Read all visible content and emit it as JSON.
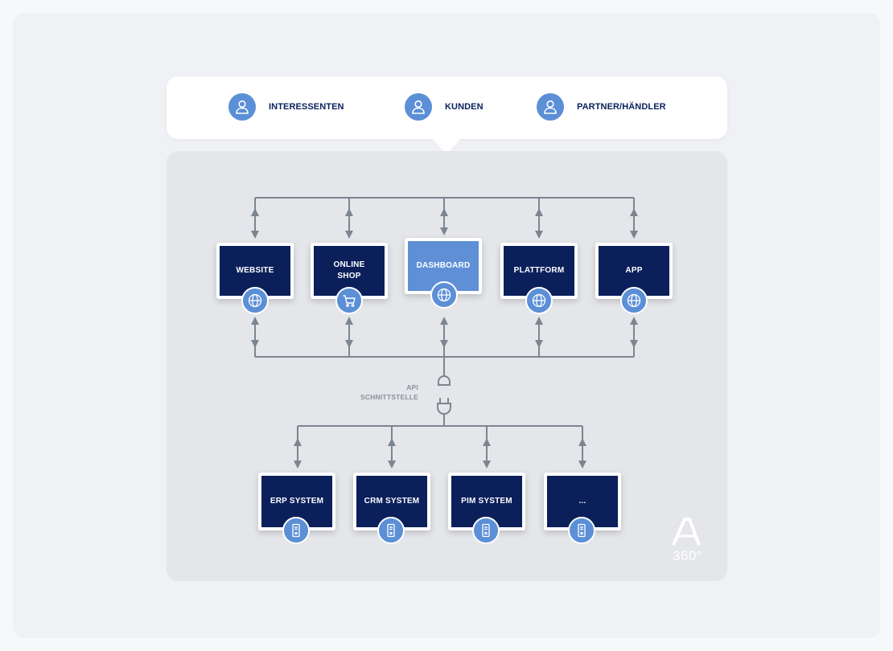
{
  "audiences": [
    {
      "label": "INTERESSENTEN",
      "icon": "user-icon"
    },
    {
      "label": "KUNDEN",
      "icon": "user-icon"
    },
    {
      "label": "PARTNER/HÄNDLER",
      "icon": "user-icon"
    }
  ],
  "channels": [
    {
      "label": "WEBSITE",
      "icon": "globe-icon"
    },
    {
      "label": "ONLINE\nSHOP",
      "icon": "cart-icon"
    },
    {
      "label": "DASHBOARD",
      "icon": "globe-icon",
      "highlighted": true
    },
    {
      "label": "PLATTFORM",
      "icon": "globe-icon"
    },
    {
      "label": "APP",
      "icon": "globe-icon"
    }
  ],
  "api": {
    "line1": "API",
    "line2": "SCHNITTSTELLE"
  },
  "systems": [
    {
      "label": "ERP SYSTEM",
      "icon": "server-icon"
    },
    {
      "label": "CRM SYSTEM",
      "icon": "server-icon"
    },
    {
      "label": "PIM SYSTEM",
      "icon": "server-icon"
    },
    {
      "label": "...",
      "icon": "server-icon"
    }
  ],
  "logo": {
    "text": "360°"
  },
  "colors": {
    "navy": "#0b1f5b",
    "accent": "#5b8fd6",
    "line": "#7d858f",
    "panel": "#e4e6ea"
  }
}
